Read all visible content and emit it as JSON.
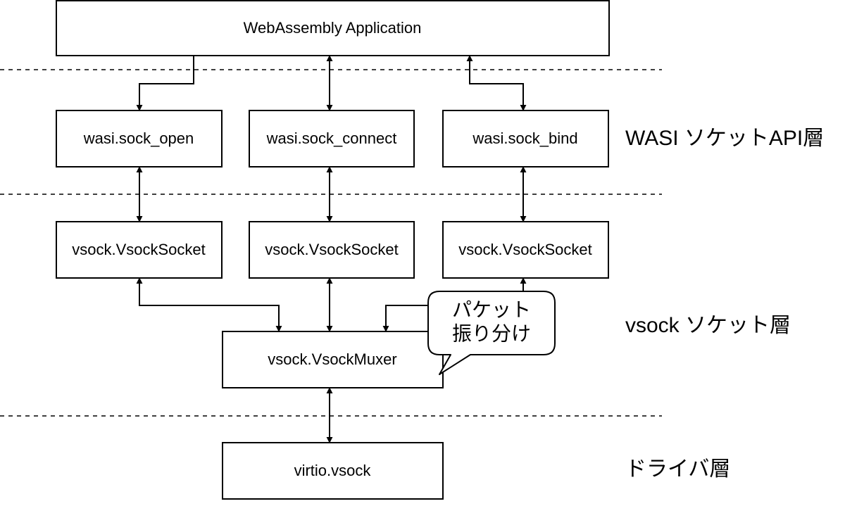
{
  "colors": {
    "line": "#000000",
    "fill": "#ffffff"
  },
  "boxes": {
    "app": "WebAssembly Application",
    "sock_open": "wasi.sock_open",
    "sock_connect": "wasi.sock_connect",
    "sock_bind": "wasi.sock_bind",
    "vsock_socket_1": "vsock.VsockSocket",
    "vsock_socket_2": "vsock.VsockSocket",
    "vsock_socket_3": "vsock.VsockSocket",
    "muxer": "vsock.VsockMuxer",
    "virtio": "virtio.vsock"
  },
  "layers": {
    "wasi": "WASI ソケットAPI層",
    "vsock": "vsock ソケット層",
    "driver": "ドライバ層"
  },
  "callout": {
    "line1": "パケット",
    "line2": "振り分け"
  }
}
